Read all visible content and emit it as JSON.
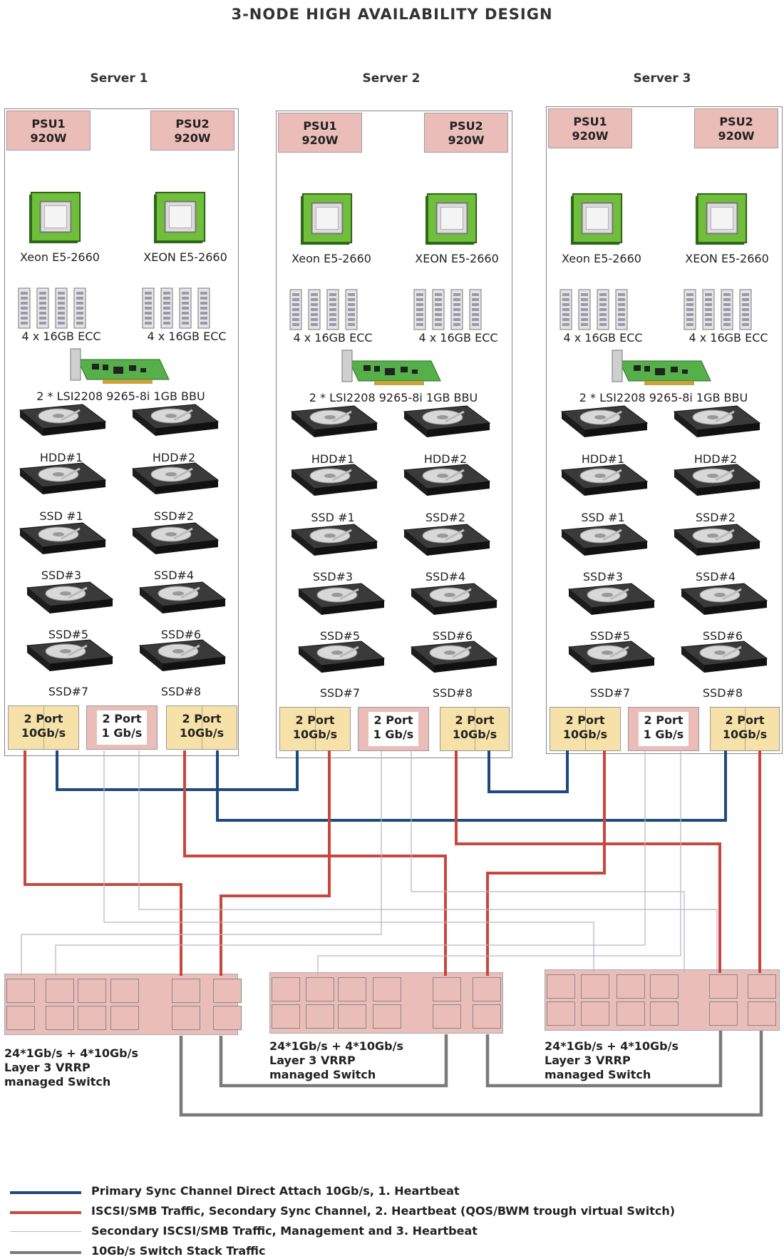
{
  "title": "3-NODE HIGH AVAILABILITY DESIGN",
  "servers": [
    {
      "name": "Server 1",
      "psu1": [
        "PSU1",
        "920W"
      ],
      "psu2": [
        "PSU2",
        "920W"
      ],
      "cpu1": "Xeon E5-2660",
      "cpu2": "XEON E5-2660",
      "ram1": "4 x 16GB ECC",
      "ram2": "4 x 16GB ECC",
      "raid": "2 * LSI2208 9265-8i 1GB BBU",
      "disks": [
        "HDD#1",
        "HDD#2",
        "SSD #1",
        "SSD#2",
        "SSD#3",
        "SSD#4",
        "SSD#5",
        "SSD#6",
        "SSD#7",
        "SSD#8"
      ],
      "nic1": [
        "2 Port",
        "10Gb/s"
      ],
      "nic2": [
        "2 Port",
        "1 Gb/s"
      ],
      "nic3": [
        "2 Port",
        "10Gb/s"
      ]
    },
    {
      "name": "Server 2",
      "psu1": [
        "PSU1",
        "920W"
      ],
      "psu2": [
        "PSU2",
        "920W"
      ],
      "cpu1": "Xeon E5-2660",
      "cpu2": "XEON E5-2660",
      "ram1": "4 x 16GB ECC",
      "ram2": "4 x 16GB ECC",
      "raid": "2 * LSI2208 9265-8i 1GB BBU",
      "disks": [
        "HDD#1",
        "HDD#2",
        "SSD #1",
        "SSD#2",
        "SSD#3",
        "SSD#4",
        "SSD#5",
        "SSD#6",
        "SSD#7",
        "SSD#8"
      ],
      "nic1": [
        "2 Port",
        "10Gb/s"
      ],
      "nic2": [
        "2 Port",
        "1 Gb/s"
      ],
      "nic3": [
        "2 Port",
        "10Gb/s"
      ]
    },
    {
      "name": "Server 3",
      "psu1": [
        "PSU1",
        "920W"
      ],
      "psu2": [
        "PSU2",
        "920W"
      ],
      "cpu1": "Xeon E5-2660",
      "cpu2": "XEON E5-2660",
      "ram1": "4 x 16GB ECC",
      "ram2": "4 x 16GB ECC",
      "raid": "2 * LSI2208 9265-8i 1GB BBU",
      "disks": [
        "HDD#1",
        "HDD#2",
        "SSD #1",
        "SSD#2",
        "SSD#3",
        "SSD#4",
        "SSD#5",
        "SSD#6",
        "SSD#7",
        "SSD#8"
      ],
      "nic1": [
        "2 Port",
        "10Gb/s"
      ],
      "nic2": [
        "2 Port",
        "1 Gb/s"
      ],
      "nic3": [
        "2 Port",
        "10Gb/s"
      ]
    }
  ],
  "switches": [
    {
      "label": [
        "24*1Gb/s + 4*10Gb/s",
        "Layer 3 VRRP",
        "managed Switch"
      ]
    },
    {
      "label": [
        "24*1Gb/s + 4*10Gb/s",
        "Layer 3 VRRP",
        "managed Switch"
      ]
    },
    {
      "label": [
        "24*1Gb/s + 4*10Gb/s",
        "Layer 3 VRRP",
        "managed Switch"
      ]
    }
  ],
  "legend": [
    {
      "color": "#1f4a7c",
      "text": "Primary Sync Channel Direct Attach 10Gb/s, 1. Heartbeat"
    },
    {
      "color": "#c9463f",
      "text": "ISCSI/SMB Traffic, Secondary Sync Channel, 2. Heartbeat (QOS/BWM trough virtual Switch)"
    },
    {
      "color": "#b8b8c8",
      "text": "Secondary ISCSI/SMB Traffic, Management and 3. Heartbeat"
    },
    {
      "color": "#7a7a7a",
      "text": "10Gb/s Switch Stack Traffic"
    }
  ],
  "colors": {
    "psu": "#ebbdb9",
    "nic10": "#f6e2a9",
    "switch": "#ebbdb9"
  }
}
